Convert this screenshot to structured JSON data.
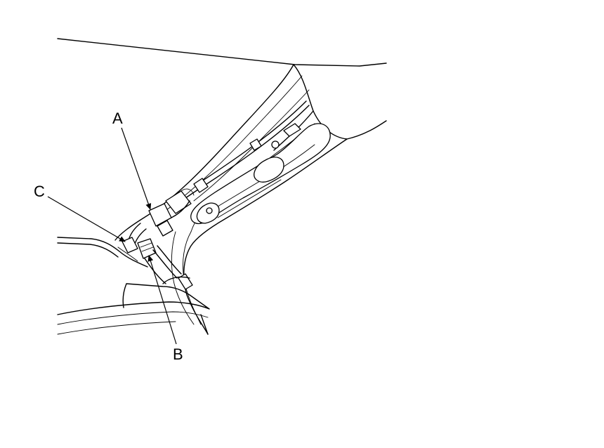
{
  "callouts": {
    "a": {
      "label": "A"
    },
    "b": {
      "label": "B"
    },
    "c": {
      "label": "C"
    }
  },
  "colors": {
    "line": "#000000",
    "background": "#ffffff"
  }
}
